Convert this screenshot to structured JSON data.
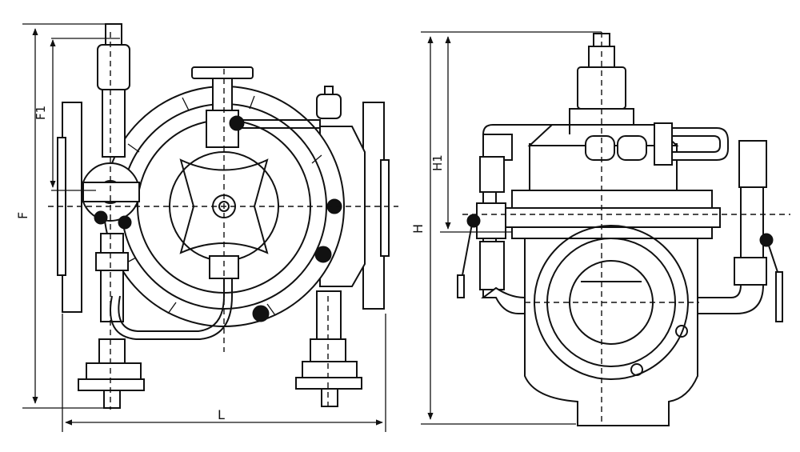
{
  "drawing": {
    "dimension_labels": {
      "F": "F",
      "F1": "F1",
      "L": "L",
      "H": "H",
      "H1": "H1"
    }
  }
}
